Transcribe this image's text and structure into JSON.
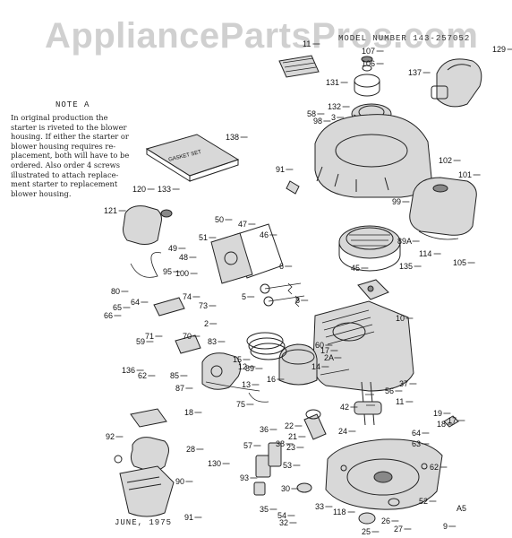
{
  "watermark": "AppliancePartsPros.com",
  "model_line": "MODEL NUMBER 143-257052",
  "note": {
    "title": "NOTE A",
    "lines": [
      "In original production the",
      "starter is riveted to the blower",
      "housing. If either the starter or",
      "blower housing requires re-",
      "placement, both will have to be",
      "ordered. Also order 4 screws",
      "illustrated to attach replace-",
      "ment starter to replacement",
      "blower housing."
    ]
  },
  "gasket_set_text": "GASKET SET",
  "date": "JUNE, 1975",
  "corner_code": "A5",
  "part_labels": [
    "11",
    "107",
    "106",
    "129",
    "137",
    "131",
    "132",
    "58",
    "98",
    "3",
    "138",
    "91",
    "102",
    "101",
    "120",
    "133",
    "121",
    "99",
    "50",
    "47",
    "46",
    "51",
    "49",
    "48",
    "100",
    "95",
    "6",
    "45",
    "135",
    "114",
    "105",
    "80",
    "74",
    "64",
    "65",
    "66",
    "73",
    "5",
    "8",
    "10",
    "2",
    "59",
    "71",
    "70",
    "83",
    "136",
    "62",
    "85",
    "60",
    "18",
    "89",
    "15",
    "16",
    "14",
    "17",
    "2A",
    "56",
    "87",
    "12",
    "13",
    "75",
    "37",
    "42",
    "11",
    "36",
    "38",
    "22",
    "21",
    "23",
    "24",
    "19",
    "18",
    "17",
    "64",
    "63",
    "62",
    "130",
    "57",
    "93",
    "53",
    "52",
    "30",
    "33",
    "35",
    "54",
    "32",
    "118",
    "25",
    "26",
    "27",
    "28",
    "90",
    "92",
    "91",
    "89A",
    "9"
  ]
}
